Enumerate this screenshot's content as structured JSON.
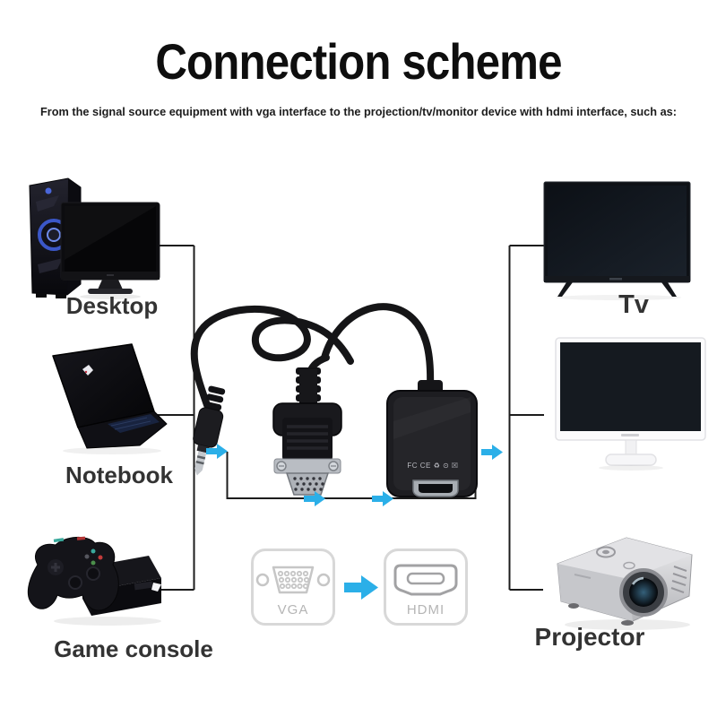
{
  "page": {
    "title": "Connection scheme",
    "subtitle": "From the signal source equipment with vga interface to the projection/tv/monitor device with hdmi interface, such as:"
  },
  "sources": {
    "desktop": {
      "label": "Desktop"
    },
    "notebook": {
      "label": "Notebook"
    },
    "game_console": {
      "label": "Game console"
    }
  },
  "displays": {
    "tv": {
      "label": "Tv"
    },
    "projector": {
      "label": "Projector"
    }
  },
  "adapter": {
    "markings": "FC CE ♻ ⊙ ☒"
  },
  "conversion": {
    "from_label": "VGA",
    "to_label": "HDMI"
  },
  "colors": {
    "arrow": "#2bafe8",
    "line": "#1c1c1c",
    "label": "#333333",
    "icon_outline": "#d8d8d8",
    "icon_text": "#b5b5b5"
  }
}
